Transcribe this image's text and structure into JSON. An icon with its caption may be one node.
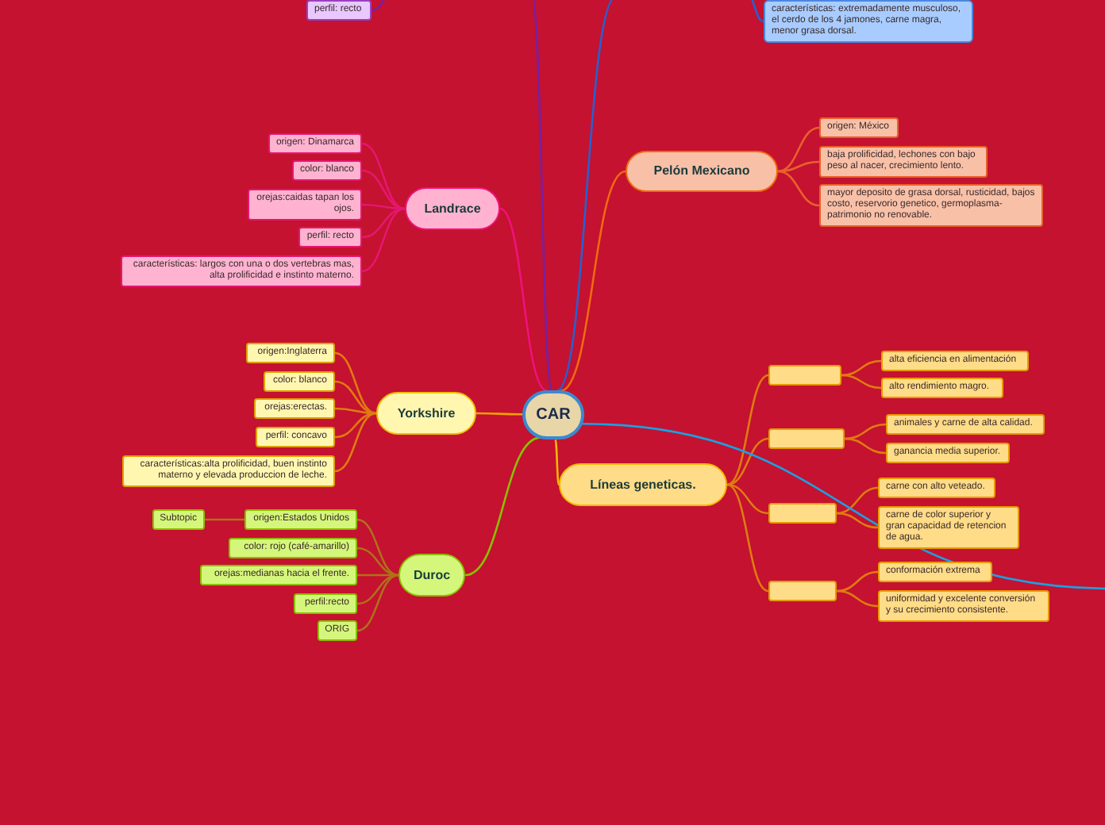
{
  "diagram": {
    "nodes": [
      {
        "text": [
          "CAR"
        ]
      },
      {
        "text": [
          "perfil: recto"
        ]
      },
      {
        "text": [
          "características: extremadamente musculoso, el cerdo de los 4 jamones, carne magra, menor grasa dorsal."
        ]
      },
      {
        "text": [
          "Pelón Mexicano"
        ]
      },
      {
        "text": [
          "origen: México"
        ]
      },
      {
        "text": [
          "baja prolificidad, lechones con bajo peso al nacer, crecimiento lento."
        ]
      },
      {
        "text": [
          "mayor deposito de grasa dorsal, rusticidad, bajos costo, reservorio genetico, germoplasma-patrimonio no renovable."
        ]
      },
      {
        "text": [
          "Landrace"
        ]
      },
      {
        "text": [
          "origen: Dinamarca"
        ]
      },
      {
        "text": [
          "color: blanco"
        ]
      },
      {
        "text": [
          "orejas:caidas tapan los ojos."
        ]
      },
      {
        "text": [
          "perfil: recto"
        ]
      },
      {
        "text": [
          "características: largos con una o dos vertebras mas, alta prolificidad e instinto materno."
        ]
      },
      {
        "text": [
          "Yorkshire"
        ]
      },
      {
        "text": [
          "origen:Inglaterra"
        ]
      },
      {
        "text": [
          "color: blanco"
        ]
      },
      {
        "text": [
          "orejas:erectas."
        ]
      },
      {
        "text": [
          "perfil: concavo"
        ]
      },
      {
        "text": [
          "características:alta prolificidad, buen instinto materno y elevada produccion de leche."
        ]
      },
      {
        "text": [
          "Duroc"
        ]
      },
      {
        "text": [
          "origen:Estados Unidos"
        ]
      },
      {
        "text": [
          "Subtopic"
        ]
      },
      {
        "text": [
          "color: rojo (café-amarillo)"
        ]
      },
      {
        "text": [
          "orejas:medianas hacia el frente."
        ]
      },
      {
        "text": [
          "perfil:recto"
        ]
      },
      {
        "text": [
          "ORIG"
        ]
      },
      {
        "text": [
          "Líneas geneticas."
        ]
      },
      {
        "text": [],
        "shape": "box"
      },
      {
        "text": [
          "alta eficiencia en alimentación"
        ]
      },
      {
        "text": [
          "alto rendimiento magro."
        ]
      },
      {
        "text": [],
        "shape": "box"
      },
      {
        "text": [
          "animales y carne de alta calidad."
        ]
      },
      {
        "text": [
          "ganancia media superior."
        ]
      },
      {
        "text": [],
        "shape": "box"
      },
      {
        "text": [
          "carne con alto veteado."
        ]
      },
      {
        "text": [
          "carne de color superior y gran capacidad de retencion de agua."
        ]
      },
      {
        "text": [],
        "shape": "box"
      },
      {
        "text": [
          "conformación extrema"
        ]
      },
      {
        "text": [
          "uniformidad y excelente conversión y su crecimiento consistente."
        ]
      }
    ],
    "edges": [
      {
        "from": 0,
        "to": null,
        "arrow": "none",
        "color": "#7a1fa0"
      },
      {
        "from": null,
        "to": 1,
        "arrow": "none",
        "color": "#7a1fa0"
      },
      {
        "from": 0,
        "to": null,
        "arrow": "none",
        "color": "#2a5fd0"
      },
      {
        "from": null,
        "to": 2,
        "arrow": "none",
        "color": "#2a5fd0"
      },
      {
        "from": 0,
        "to": 3,
        "arrow": "none",
        "color": "#f06a10"
      },
      {
        "from": 3,
        "to": 4,
        "arrow": "none",
        "color": "#e8602c"
      },
      {
        "from": 3,
        "to": 5,
        "arrow": "none",
        "color": "#e8602c"
      },
      {
        "from": 3,
        "to": 6,
        "arrow": "none",
        "color": "#e8602c"
      },
      {
        "from": 0,
        "to": 7,
        "arrow": "none",
        "color": "#f0127a"
      },
      {
        "from": 7,
        "to": 8,
        "arrow": "none",
        "color": "#e5176f"
      },
      {
        "from": 7,
        "to": 9,
        "arrow": "none",
        "color": "#e5176f"
      },
      {
        "from": 7,
        "to": 10,
        "arrow": "none",
        "color": "#e5176f"
      },
      {
        "from": 7,
        "to": 11,
        "arrow": "none",
        "color": "#e5176f"
      },
      {
        "from": 7,
        "to": 12,
        "arrow": "none",
        "color": "#e5176f"
      },
      {
        "from": 0,
        "to": 13,
        "arrow": "none",
        "color": "#f0a000"
      },
      {
        "from": 13,
        "to": 14,
        "arrow": "none",
        "color": "#e07b10"
      },
      {
        "from": 13,
        "to": 15,
        "arrow": "none",
        "color": "#e07b10"
      },
      {
        "from": 13,
        "to": 16,
        "arrow": "none",
        "color": "#e07b10"
      },
      {
        "from": 13,
        "to": 17,
        "arrow": "none",
        "color": "#e07b10"
      },
      {
        "from": 13,
        "to": 18,
        "arrow": "none",
        "color": "#e07b10"
      },
      {
        "from": 0,
        "to": 19,
        "arrow": "none",
        "color": "#8bc000"
      },
      {
        "from": 19,
        "to": 20,
        "arrow": "none",
        "color": "#b0701a"
      },
      {
        "from": 19,
        "to": 22,
        "arrow": "none",
        "color": "#b0701a"
      },
      {
        "from": 19,
        "to": 23,
        "arrow": "none",
        "color": "#b0701a"
      },
      {
        "from": 19,
        "to": 24,
        "arrow": "none",
        "color": "#b0701a"
      },
      {
        "from": 19,
        "to": 25,
        "arrow": "none",
        "color": "#b0701a"
      },
      {
        "from": 20,
        "to": 21,
        "arrow": "none",
        "color": "#b0701a"
      },
      {
        "from": 0,
        "to": 26,
        "arrow": "none",
        "color": "#f5b800"
      },
      {
        "from": 26,
        "to": 27,
        "arrow": "none",
        "color": "#e07b10"
      },
      {
        "from": 26,
        "to": 30,
        "arrow": "none",
        "color": "#e07b10"
      },
      {
        "from": 26,
        "to": 33,
        "arrow": "none",
        "color": "#e07b10"
      },
      {
        "from": 26,
        "to": 36,
        "arrow": "none",
        "color": "#e07b10"
      },
      {
        "from": 27,
        "to": 28,
        "arrow": "none",
        "color": "#e07b10"
      },
      {
        "from": 27,
        "to": 29,
        "arrow": "none",
        "color": "#e07b10"
      },
      {
        "from": 30,
        "to": 31,
        "arrow": "none",
        "color": "#e07b10"
      },
      {
        "from": 30,
        "to": 32,
        "arrow": "none",
        "color": "#e07b10"
      },
      {
        "from": 33,
        "to": 34,
        "arrow": "none",
        "color": "#e07b10"
      },
      {
        "from": 33,
        "to": 35,
        "arrow": "none",
        "color": "#e07b10"
      },
      {
        "from": 36,
        "to": 37,
        "arrow": "none",
        "color": "#e07b10"
      },
      {
        "from": 36,
        "to": 38,
        "arrow": "none",
        "color": "#e07b10"
      },
      {
        "from": 0,
        "to": null,
        "arrow": "none",
        "color": "#1ba1e2"
      }
    ]
  }
}
